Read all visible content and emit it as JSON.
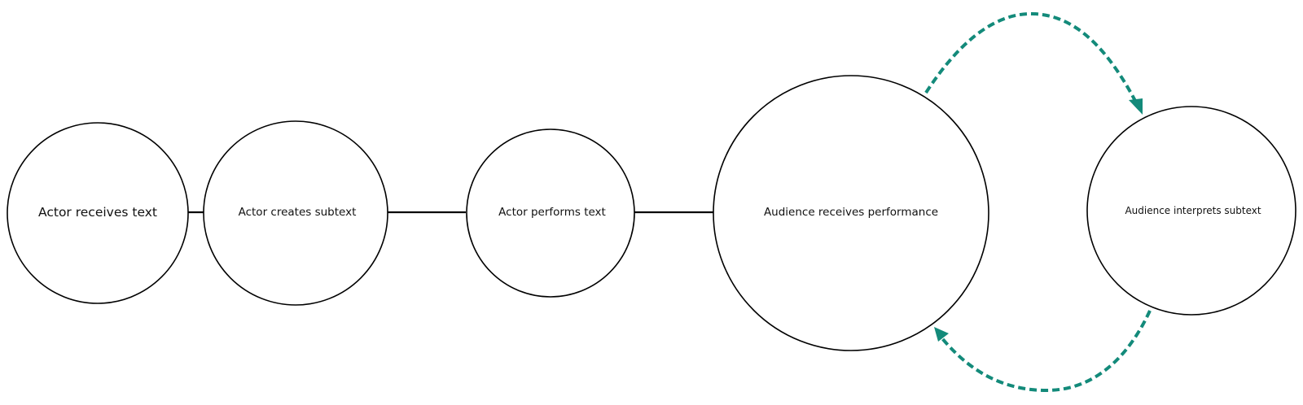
{
  "diagram": {
    "nodes": [
      {
        "id": "actor-receives-text",
        "label": "Actor receives text"
      },
      {
        "id": "actor-creates-subtext",
        "label": "Actor creates subtext"
      },
      {
        "id": "actor-performs-text",
        "label": "Actor performs text"
      },
      {
        "id": "audience-receives-performance",
        "label": "Audience receives performance"
      },
      {
        "id": "audience-interprets-subtext",
        "label": "Audience interprets subtext"
      }
    ],
    "edges": [
      {
        "from": "actor-receives-text",
        "to": "actor-creates-subtext",
        "style": "solid"
      },
      {
        "from": "actor-creates-subtext",
        "to": "actor-performs-text",
        "style": "solid"
      },
      {
        "from": "actor-performs-text",
        "to": "audience-receives-performance",
        "style": "solid"
      },
      {
        "from": "audience-receives-performance",
        "to": "audience-interprets-subtext",
        "style": "dashed-arrow"
      },
      {
        "from": "audience-interprets-subtext",
        "to": "audience-receives-performance",
        "style": "dashed-arrow"
      }
    ],
    "colors": {
      "node_stroke": "#000000",
      "connector": "#000000",
      "loop_arrow": "#138a7a"
    }
  }
}
